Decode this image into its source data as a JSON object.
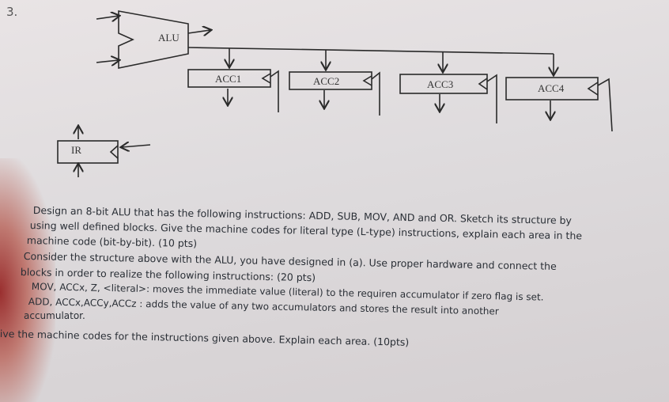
{
  "question_number": "3.",
  "diagram": {
    "alu_label": "ALU",
    "ir_label": "IR",
    "accumulators": [
      "ACC1",
      "ACC2",
      "ACC3",
      "ACC4"
    ]
  },
  "lines": [
    {
      "text": "Design an 8-bit ALU that has the following instructions: ADD, SUB, MOV, AND and OR. Sketch its structure by"
    },
    {
      "text": "using well defined blocks. Give the machine codes for literal type (L-type) instructions, explain each area in the"
    },
    {
      "text": "machine code (bit-by-bit). (10 pts)"
    },
    {
      "text": "Consider the structure above with the ALU, you have designed in (a). Use proper hardware and connect the"
    },
    {
      "text": "blocks in order to realize the following instructions: (20 pts)"
    },
    {
      "text": "MOV, ACCx, Z, <literal>: moves the immediate value (literal) to the requiren accumulator if zero flag is set."
    },
    {
      "text": "ADD, ACCx,ACCy,ACCz : adds the value of any two accumulators and stores the result into another"
    },
    {
      "text": "accumulator."
    },
    {
      "text": "ive the machine codes for the instructions given above. Explain each area. (10pts)"
    }
  ]
}
